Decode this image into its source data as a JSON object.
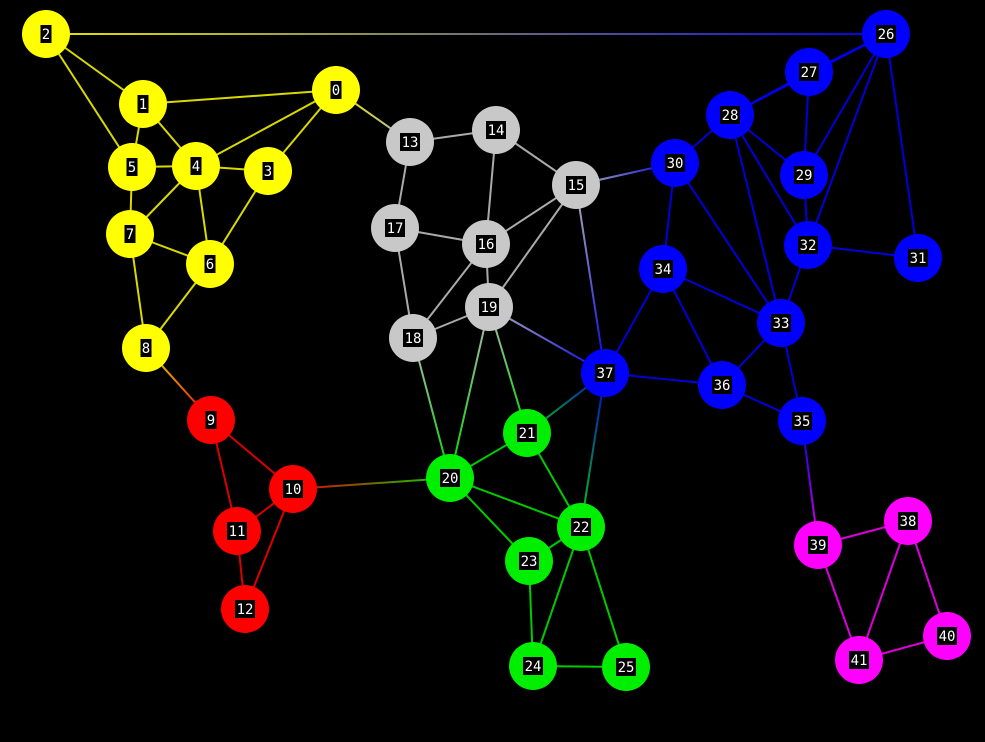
{
  "graph": {
    "background": "#000000",
    "groups": {
      "yellow": {
        "color": "#ffff00"
      },
      "red": {
        "color": "#ff0000"
      },
      "gray": {
        "color": "#c8c8c8"
      },
      "green": {
        "color": "#00ee00"
      },
      "blue": {
        "color": "#0000ff"
      },
      "magenta": {
        "color": "#ff00ff"
      }
    },
    "nodes": [
      {
        "id": "0",
        "label": "0",
        "group": "yellow"
      },
      {
        "id": "1",
        "label": "1",
        "group": "yellow"
      },
      {
        "id": "2",
        "label": "2",
        "group": "yellow"
      },
      {
        "id": "3",
        "label": "3",
        "group": "yellow"
      },
      {
        "id": "4",
        "label": "4",
        "group": "yellow"
      },
      {
        "id": "5",
        "label": "5",
        "group": "yellow"
      },
      {
        "id": "6",
        "label": "6",
        "group": "yellow"
      },
      {
        "id": "7",
        "label": "7",
        "group": "yellow"
      },
      {
        "id": "8",
        "label": "8",
        "group": "yellow"
      },
      {
        "id": "9",
        "label": "9",
        "group": "red"
      },
      {
        "id": "10",
        "label": "10",
        "group": "red"
      },
      {
        "id": "11",
        "label": "11",
        "group": "red"
      },
      {
        "id": "12",
        "label": "12",
        "group": "red"
      },
      {
        "id": "13",
        "label": "13",
        "group": "gray"
      },
      {
        "id": "14",
        "label": "14",
        "group": "gray"
      },
      {
        "id": "15",
        "label": "15",
        "group": "gray"
      },
      {
        "id": "16",
        "label": "16",
        "group": "gray"
      },
      {
        "id": "17",
        "label": "17",
        "group": "gray"
      },
      {
        "id": "18",
        "label": "18",
        "group": "gray"
      },
      {
        "id": "19",
        "label": "19",
        "group": "gray"
      },
      {
        "id": "20",
        "label": "20",
        "group": "green"
      },
      {
        "id": "21",
        "label": "21",
        "group": "green"
      },
      {
        "id": "22",
        "label": "22",
        "group": "green"
      },
      {
        "id": "23",
        "label": "23",
        "group": "green"
      },
      {
        "id": "24",
        "label": "24",
        "group": "green"
      },
      {
        "id": "25",
        "label": "25",
        "group": "green"
      },
      {
        "id": "26",
        "label": "26",
        "group": "blue"
      },
      {
        "id": "27",
        "label": "27",
        "group": "blue"
      },
      {
        "id": "28",
        "label": "28",
        "group": "blue"
      },
      {
        "id": "29",
        "label": "29",
        "group": "blue"
      },
      {
        "id": "30",
        "label": "30",
        "group": "blue"
      },
      {
        "id": "31",
        "label": "31",
        "group": "blue"
      },
      {
        "id": "32",
        "label": "32",
        "group": "blue"
      },
      {
        "id": "33",
        "label": "33",
        "group": "blue"
      },
      {
        "id": "34",
        "label": "34",
        "group": "blue"
      },
      {
        "id": "35",
        "label": "35",
        "group": "blue"
      },
      {
        "id": "36",
        "label": "36",
        "group": "blue"
      },
      {
        "id": "37",
        "label": "37",
        "group": "blue"
      },
      {
        "id": "38",
        "label": "38",
        "group": "magenta"
      },
      {
        "id": "39",
        "label": "39",
        "group": "magenta"
      },
      {
        "id": "40",
        "label": "40",
        "group": "magenta"
      },
      {
        "id": "41",
        "label": "41",
        "group": "magenta"
      }
    ],
    "edges": [
      [
        "2",
        "1"
      ],
      [
        "2",
        "5"
      ],
      [
        "2",
        "26"
      ],
      [
        "1",
        "0"
      ],
      [
        "1",
        "5"
      ],
      [
        "1",
        "4"
      ],
      [
        "0",
        "4"
      ],
      [
        "0",
        "3"
      ],
      [
        "0",
        "13"
      ],
      [
        "5",
        "4"
      ],
      [
        "5",
        "7"
      ],
      [
        "4",
        "3"
      ],
      [
        "4",
        "7"
      ],
      [
        "4",
        "6"
      ],
      [
        "3",
        "6"
      ],
      [
        "7",
        "6"
      ],
      [
        "7",
        "8"
      ],
      [
        "6",
        "8"
      ],
      [
        "8",
        "9"
      ],
      [
        "9",
        "10"
      ],
      [
        "9",
        "11"
      ],
      [
        "10",
        "11"
      ],
      [
        "10",
        "12"
      ],
      [
        "10",
        "20"
      ],
      [
        "11",
        "12"
      ],
      [
        "13",
        "14"
      ],
      [
        "13",
        "17"
      ],
      [
        "14",
        "15"
      ],
      [
        "14",
        "16"
      ],
      [
        "17",
        "16"
      ],
      [
        "17",
        "18"
      ],
      [
        "15",
        "16"
      ],
      [
        "15",
        "19"
      ],
      [
        "15",
        "30"
      ],
      [
        "15",
        "37"
      ],
      [
        "16",
        "19"
      ],
      [
        "16",
        "18"
      ],
      [
        "19",
        "18"
      ],
      [
        "19",
        "20"
      ],
      [
        "19",
        "21"
      ],
      [
        "19",
        "37"
      ],
      [
        "18",
        "20"
      ],
      [
        "20",
        "21"
      ],
      [
        "20",
        "22"
      ],
      [
        "20",
        "23"
      ],
      [
        "21",
        "22"
      ],
      [
        "21",
        "37"
      ],
      [
        "22",
        "23"
      ],
      [
        "22",
        "24"
      ],
      [
        "22",
        "25"
      ],
      [
        "22",
        "37"
      ],
      [
        "23",
        "24"
      ],
      [
        "24",
        "25"
      ],
      [
        "26",
        "27"
      ],
      [
        "26",
        "28"
      ],
      [
        "26",
        "29"
      ],
      [
        "26",
        "32"
      ],
      [
        "26",
        "31"
      ],
      [
        "27",
        "28"
      ],
      [
        "27",
        "29"
      ],
      [
        "28",
        "30"
      ],
      [
        "28",
        "29"
      ],
      [
        "28",
        "32"
      ],
      [
        "28",
        "33"
      ],
      [
        "29",
        "32"
      ],
      [
        "32",
        "31"
      ],
      [
        "32",
        "33"
      ],
      [
        "30",
        "34"
      ],
      [
        "30",
        "33"
      ],
      [
        "34",
        "37"
      ],
      [
        "34",
        "36"
      ],
      [
        "34",
        "33"
      ],
      [
        "33",
        "36"
      ],
      [
        "33",
        "35"
      ],
      [
        "37",
        "36"
      ],
      [
        "36",
        "35"
      ],
      [
        "35",
        "39"
      ],
      [
        "39",
        "38"
      ],
      [
        "39",
        "41"
      ],
      [
        "38",
        "41"
      ],
      [
        "38",
        "40"
      ],
      [
        "41",
        "40"
      ]
    ]
  }
}
